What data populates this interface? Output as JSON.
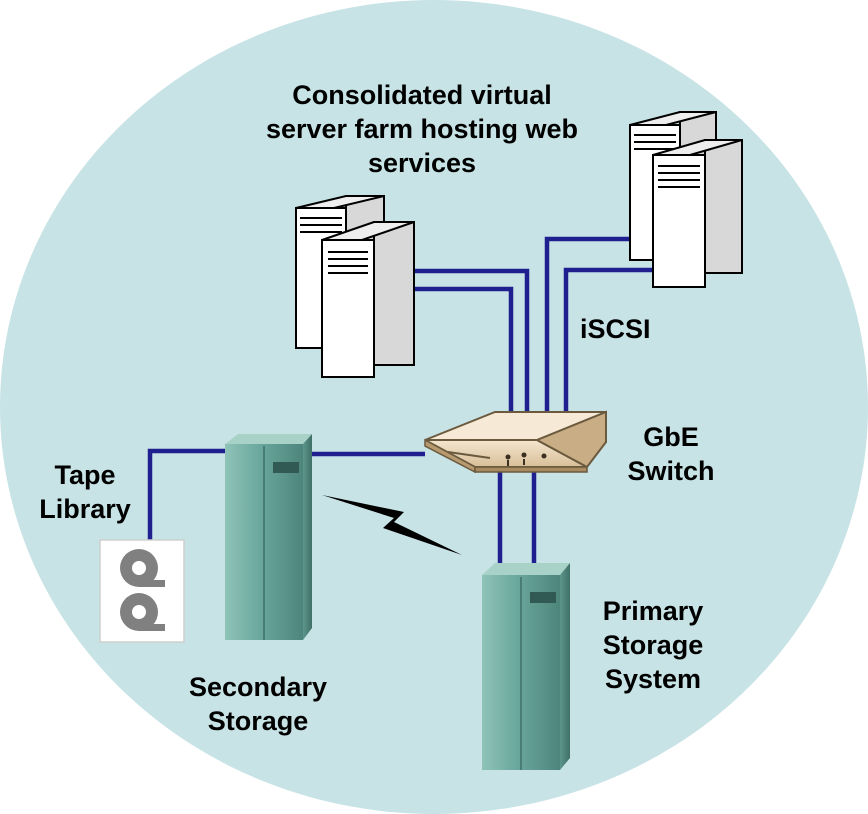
{
  "colors": {
    "background_circle": "#c7e3e5",
    "cable": "#1f1f8f",
    "server_face": "#ffffff",
    "storage_teal": "#6aa79d",
    "switch_body": "#ead6b8",
    "tape_reel": "#808080"
  },
  "labels": {
    "server_farm": [
      "Consolidated virtual",
      "server farm hosting web",
      "services"
    ],
    "iscsi": "iSCSI",
    "switch": [
      "GbE",
      "Switch"
    ],
    "tape_library": [
      "Tape",
      "Library"
    ],
    "secondary_storage": [
      "Secondary",
      "Storage"
    ],
    "primary_storage": [
      "Primary",
      "Storage",
      "System"
    ]
  },
  "icons": {
    "server_left": "server-pair-icon",
    "server_right": "server-pair-icon",
    "switch": "network-switch-icon",
    "secondary_storage": "storage-cabinet-icon",
    "primary_storage": "storage-cabinet-icon",
    "tape_library": "tape-library-icon",
    "replication_link": "lightning-bolt-icon"
  }
}
